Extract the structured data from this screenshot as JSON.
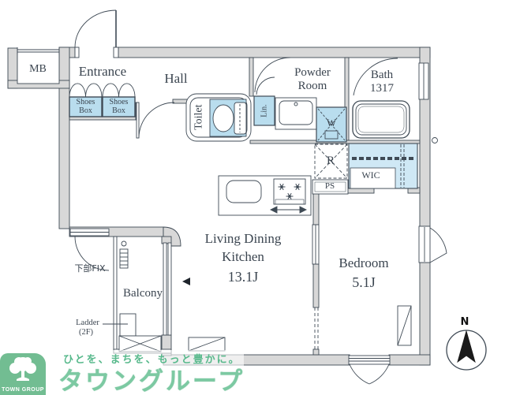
{
  "plan": {
    "labels": {
      "mb": "MB",
      "entrance": "Entrance",
      "hall": "Hall",
      "shoes_box_1": "Shoes Box",
      "shoes_box_2": "Shoes Box",
      "toilet": "Toilet",
      "linen": "Lin.",
      "powder_room": "Powder Room",
      "bath": "Bath 1317",
      "washer": "W",
      "refrigerator": "R",
      "pipe_space": "PS",
      "wic": "WIC",
      "ldk_line1": "Living Dining",
      "ldk_line2": "Kitchen",
      "ldk_size": "13.1J",
      "bedroom": "Bedroom",
      "bedroom_size": "5.1J",
      "balcony": "Balcony",
      "fix_window": "下部FIX",
      "ladder": "Ladder",
      "ladder_floor": "(2F)",
      "compass_north": "N"
    }
  },
  "branding": {
    "logo_text": "TOWN GROUP",
    "tagline": "ひとを、まちを、もっと豊かに。",
    "brand_name": "タウングループ"
  },
  "colors": {
    "highlight_blue": "#b9ddee",
    "wic_blue": "#cfe8f5",
    "wall_gray": "#d8d8d8",
    "line_dark": "#3f4a55",
    "brand_green": "#72bd92",
    "brand_text_green": "#7cc9a2"
  }
}
